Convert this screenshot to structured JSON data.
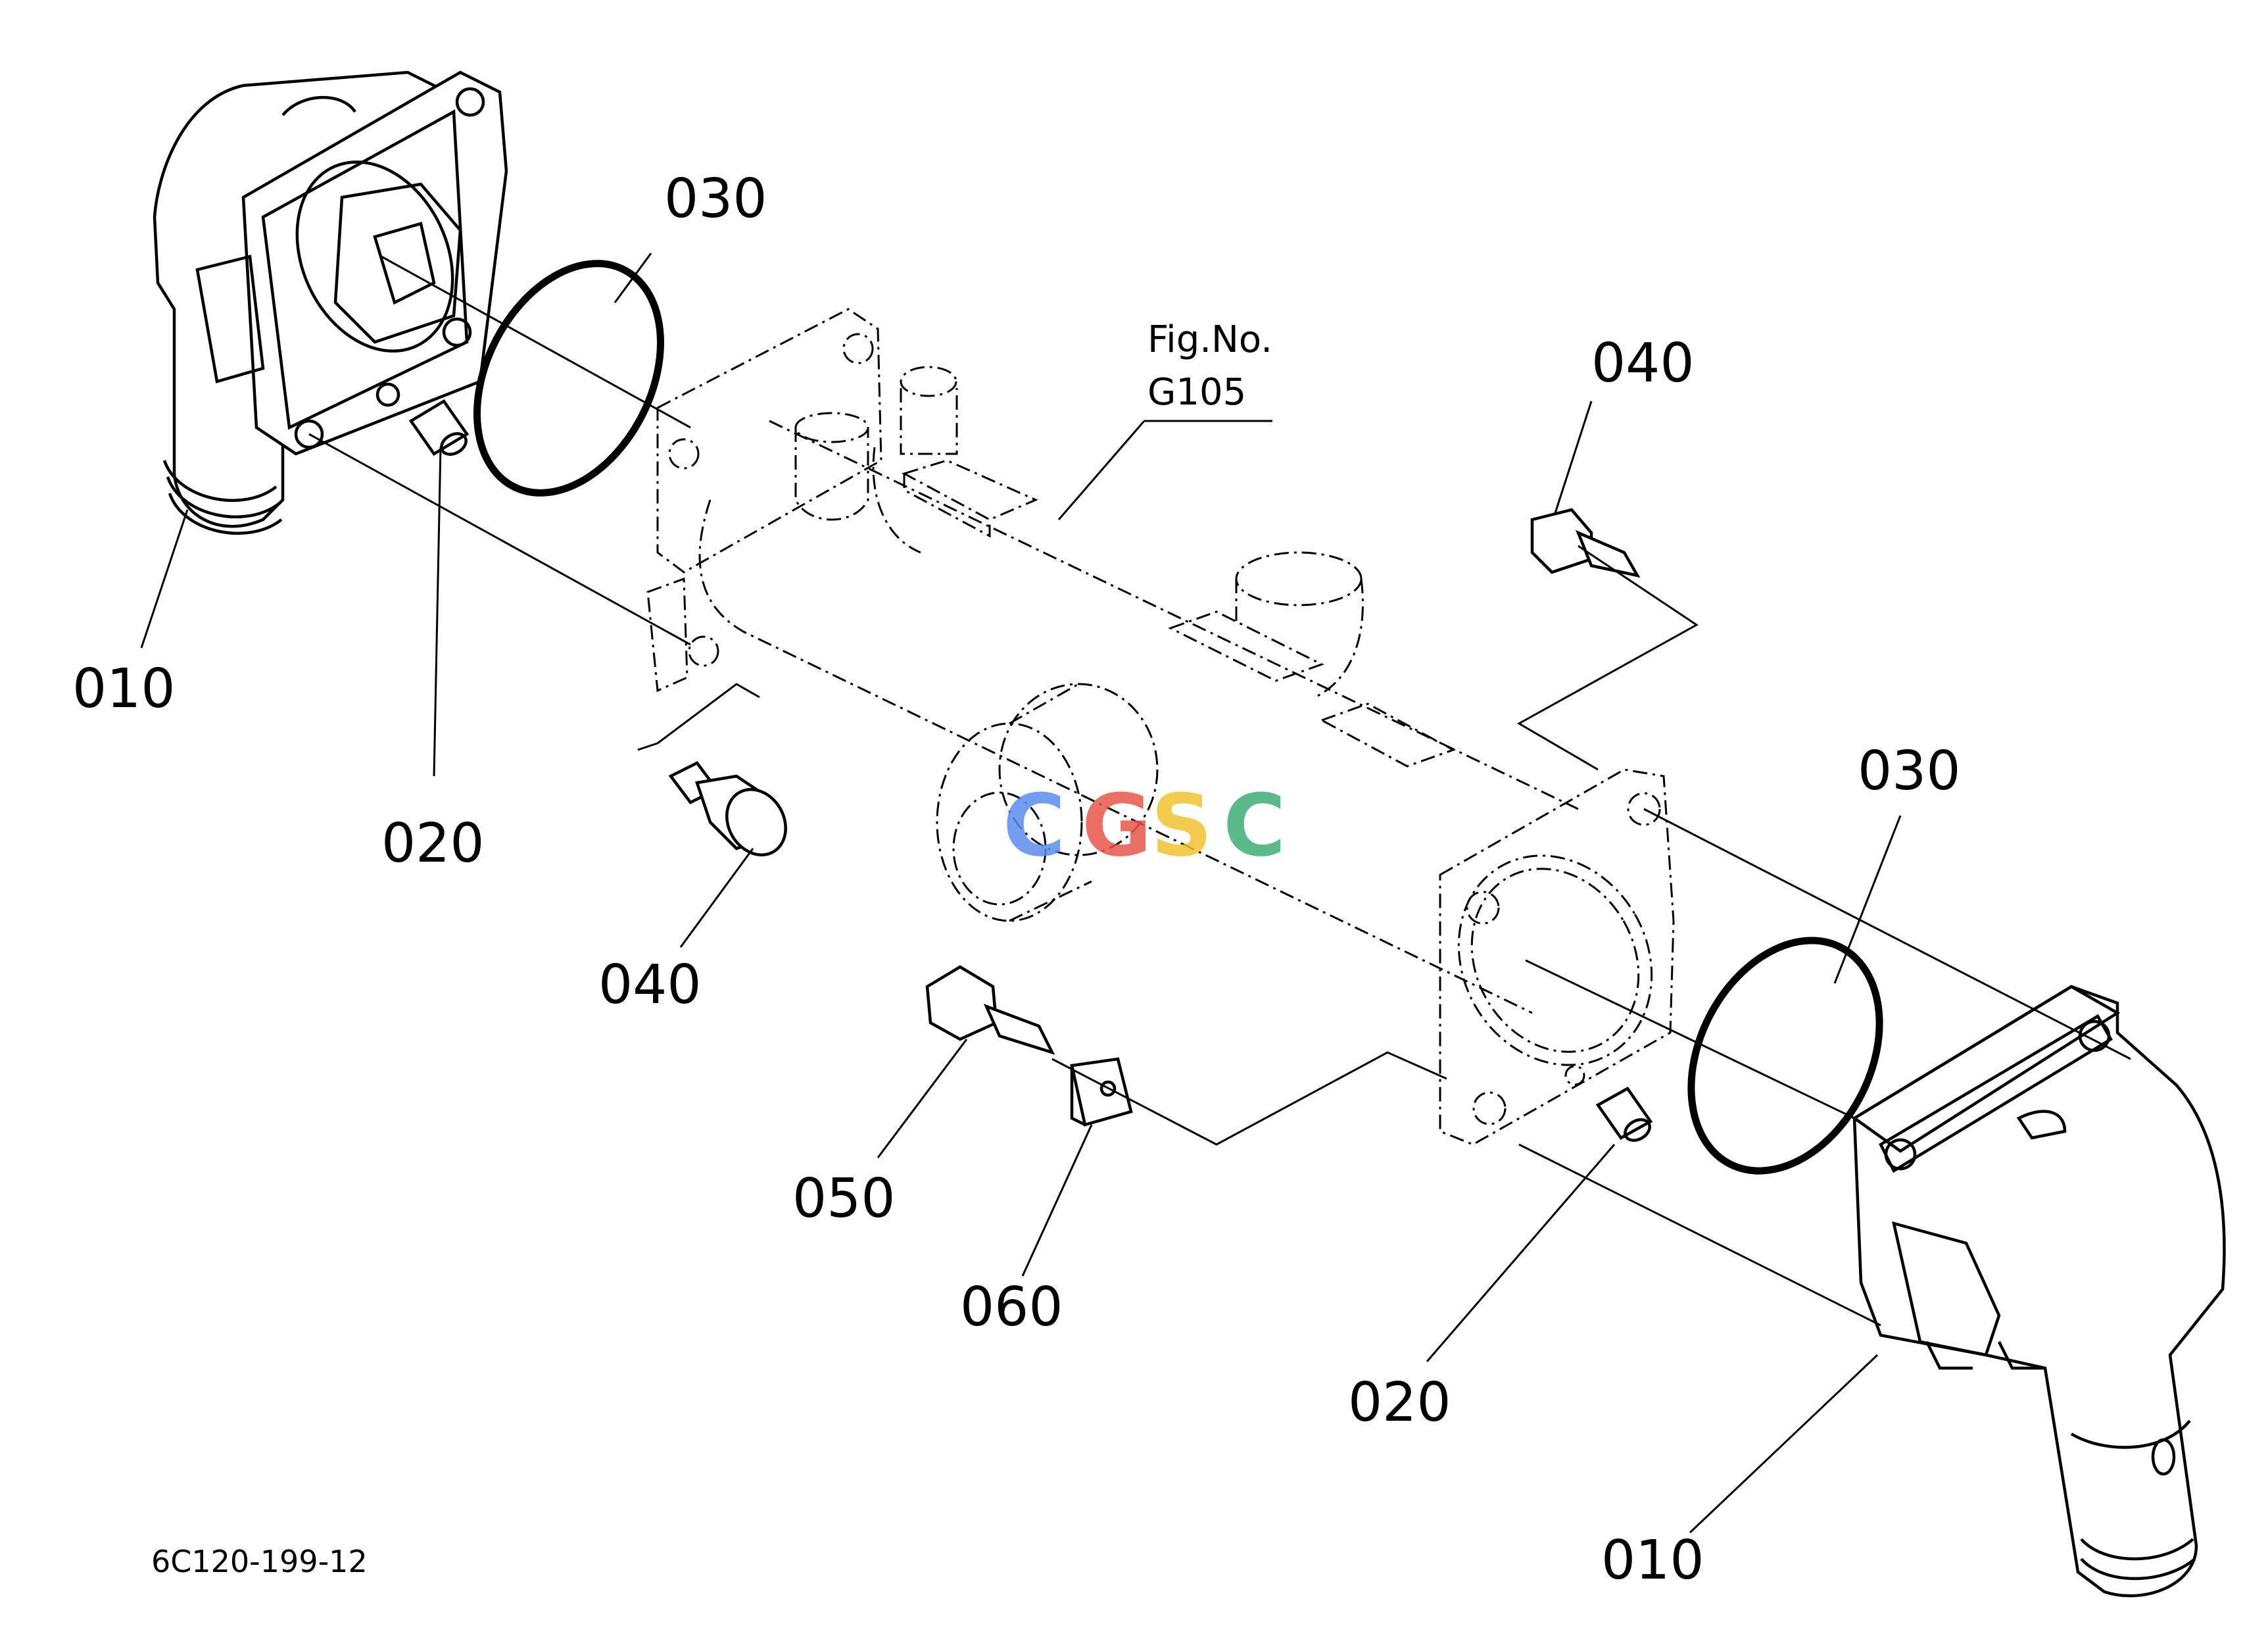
{
  "diagram": {
    "figure_ref": {
      "line1": "Fig.No.",
      "line2": "G105"
    },
    "drawing_code": "6C120-199-12",
    "watermark": {
      "letters": [
        "C",
        "G",
        "S",
        "C"
      ],
      "colors": [
        "#5b8def",
        "#e8564a",
        "#f2c230",
        "#3fae78"
      ]
    },
    "callouts": [
      {
        "id": "010-left",
        "text": "010"
      },
      {
        "id": "020-left",
        "text": "020"
      },
      {
        "id": "030-left",
        "text": "030"
      },
      {
        "id": "040-left",
        "text": "040"
      },
      {
        "id": "040-right",
        "text": "040"
      },
      {
        "id": "030-right",
        "text": "030"
      },
      {
        "id": "050",
        "text": "050"
      },
      {
        "id": "060",
        "text": "060"
      },
      {
        "id": "020-right",
        "text": "020"
      },
      {
        "id": "010-right",
        "text": "010"
      }
    ]
  }
}
